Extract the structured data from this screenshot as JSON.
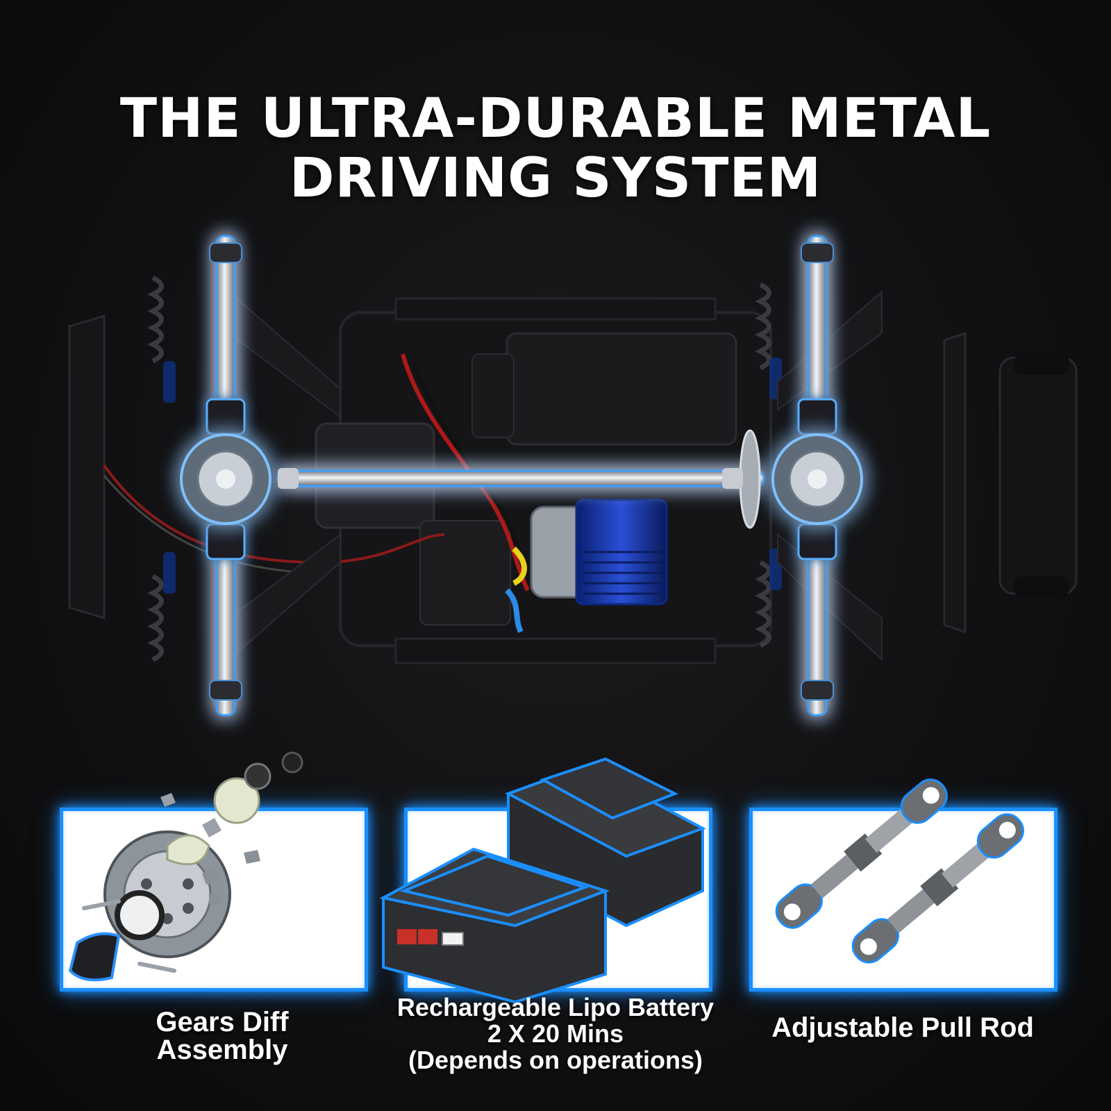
{
  "headline": {
    "line1": "THE ULTRA-DURABLE METAL",
    "line2": "DRIVING SYSTEM"
  },
  "colors": {
    "background": "#111113",
    "glow": "#1e90ff",
    "panel_border": "#1a8fff",
    "panel_fill": "#ffffff",
    "text": "#ffffff"
  },
  "features": [
    {
      "lines": [
        "Gears Diff",
        "Assembly"
      ],
      "icon": "differential-gears-icon"
    },
    {
      "lines": [
        "Rechargeable Lipo Battery",
        "2 X 20 Mins",
        "(Depends on operations)"
      ],
      "icon": "battery-pack-icon"
    },
    {
      "lines": [
        "Adjustable Pull Rod"
      ],
      "icon": "pull-rod-icon"
    }
  ]
}
